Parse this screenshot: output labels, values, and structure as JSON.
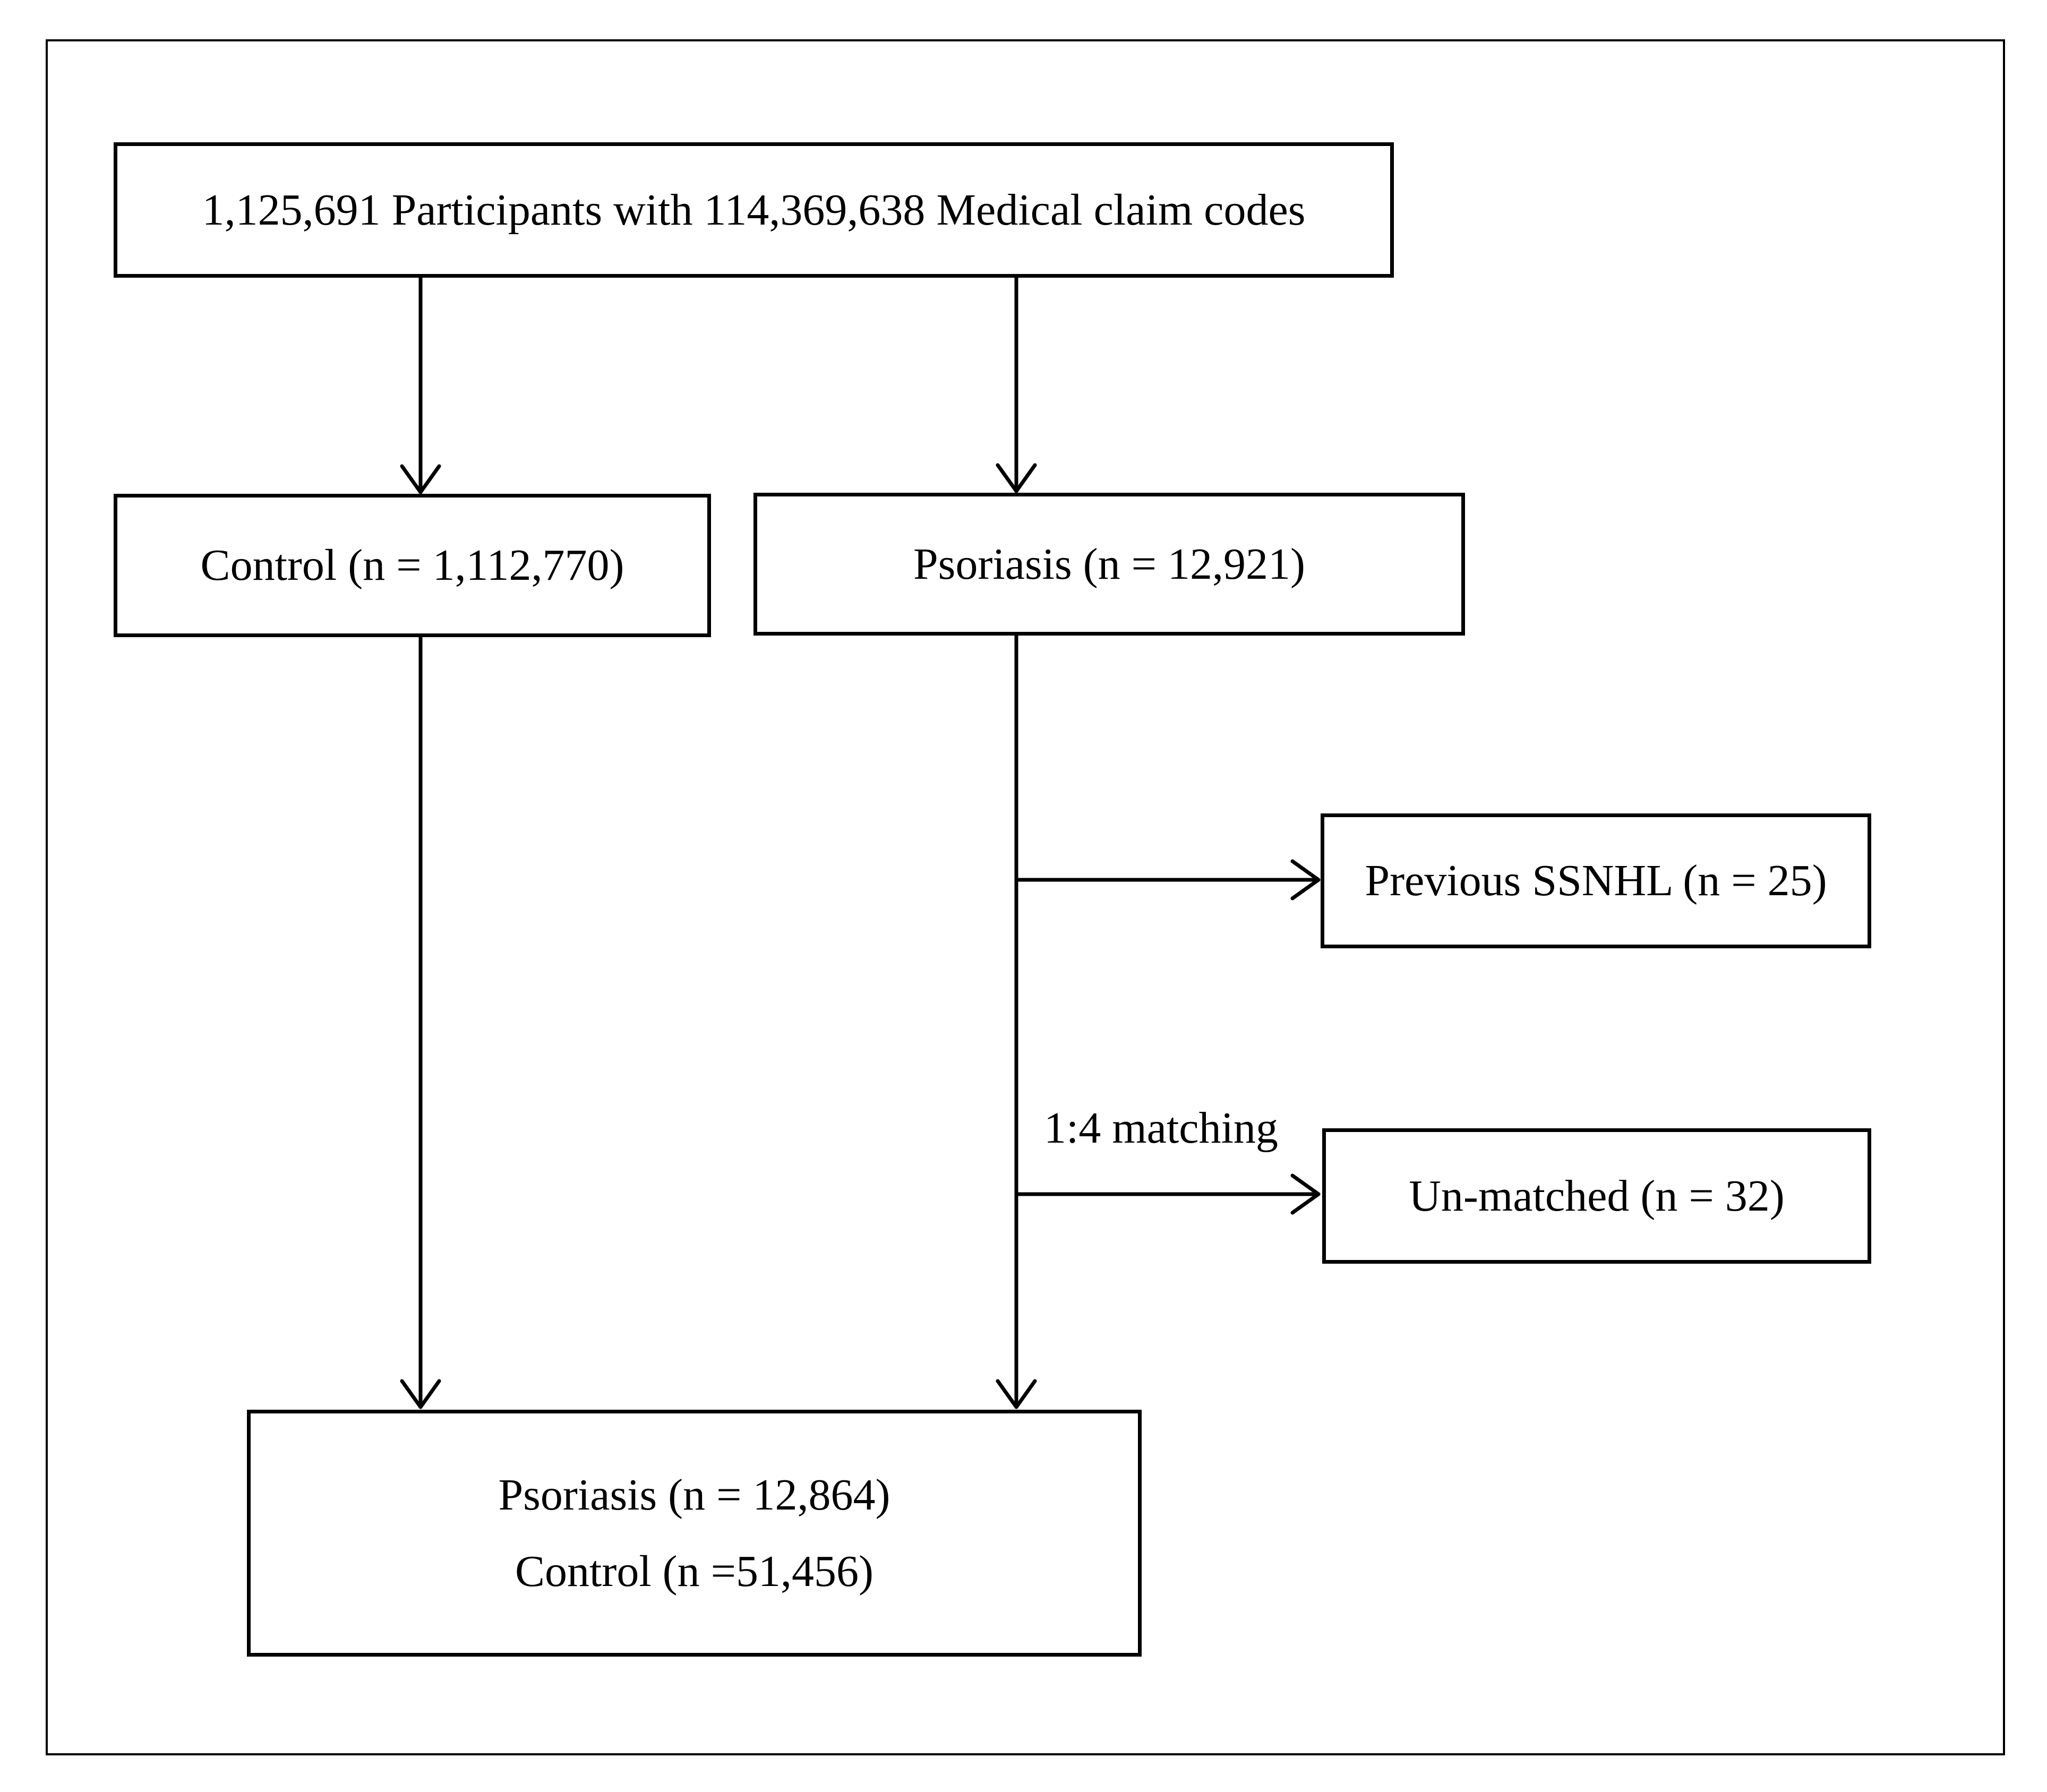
{
  "nodes": {
    "participants": "1,125,691 Participants with 114,369,638 Medical claim codes",
    "control": "Control (n = 1,112,770)",
    "psoriasis": "Psoriasis (n = 12,921)",
    "previous_ssnhl": "Previous SSNHL (n = 25)",
    "unmatched": "Un-matched (n = 32)",
    "final_psoriasis": "Psoriasis (n = 12,864)",
    "final_control": "Control (n =51,456)"
  },
  "edge_labels": {
    "matching": "1:4 matching"
  },
  "colors": {
    "stroke": "#000000",
    "background": "#ffffff"
  }
}
